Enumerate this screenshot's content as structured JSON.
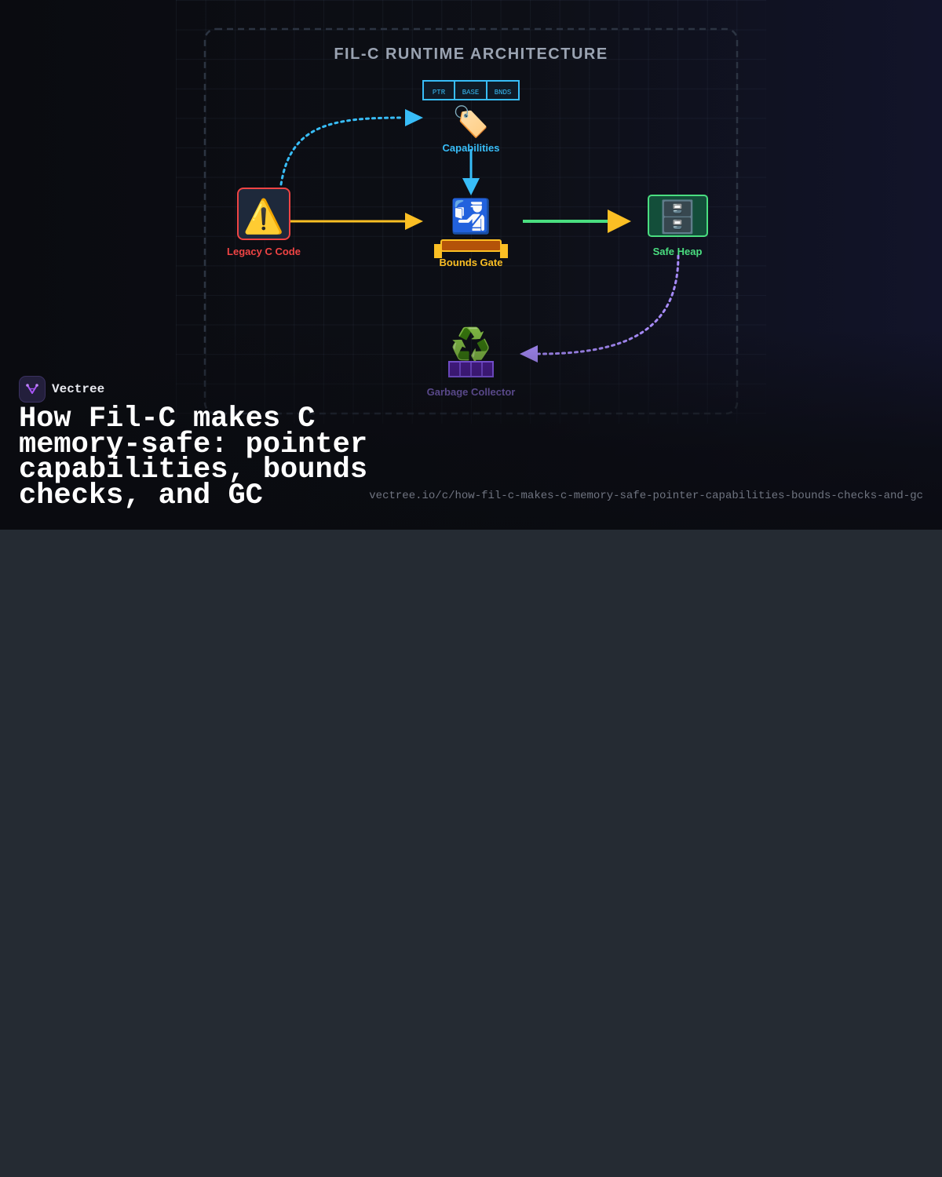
{
  "card": {
    "brand": {
      "name": "Vectree",
      "logo_icon": "vectree-logo-icon"
    },
    "headline": "How Fil-C makes C memory-safe: pointer capabilities, bounds checks, and GC",
    "url": "vectree.io/c/how-fil-c-makes-c-memory-safe-pointer-capabilities-bounds-checks-and-gc"
  },
  "diagram": {
    "title": "FIL-C RUNTIME ARCHITECTURE",
    "nodes": {
      "legacy": {
        "label": "Legacy C Code",
        "icon": "warning-icon",
        "glyph": "⚠️",
        "color": "#ef4444"
      },
      "capabilities": {
        "label": "Capabilities",
        "icon": "tag-icon",
        "glyph": "🏷️",
        "color": "#38bdf8",
        "fields": [
          "PTR",
          "BASE",
          "BNDS"
        ]
      },
      "gate": {
        "label": "Bounds Gate",
        "icon": "guard-icon",
        "glyph": "🛂",
        "color": "#fbbf24"
      },
      "heap": {
        "label": "Safe Heap",
        "icon": "file-cabinet-icon",
        "glyph": "🗄️",
        "color": "#4ade80"
      },
      "gc": {
        "label": "Garbage Collector",
        "icon": "recycle-icon",
        "glyph": "♻️",
        "color": "#8b6fd6"
      }
    },
    "edges": [
      {
        "from": "legacy",
        "to": "capabilities",
        "style": "dashed",
        "color": "#38bdf8"
      },
      {
        "from": "capabilities",
        "to": "gate",
        "style": "solid",
        "color": "#38bdf8"
      },
      {
        "from": "legacy",
        "to": "gate",
        "style": "solid",
        "color": "#fbbf24"
      },
      {
        "from": "gate",
        "to": "heap",
        "style": "solid",
        "color": "#4ade80"
      },
      {
        "from": "heap",
        "to": "gc",
        "style": "dashed",
        "color": "#a78bfa"
      }
    ]
  }
}
